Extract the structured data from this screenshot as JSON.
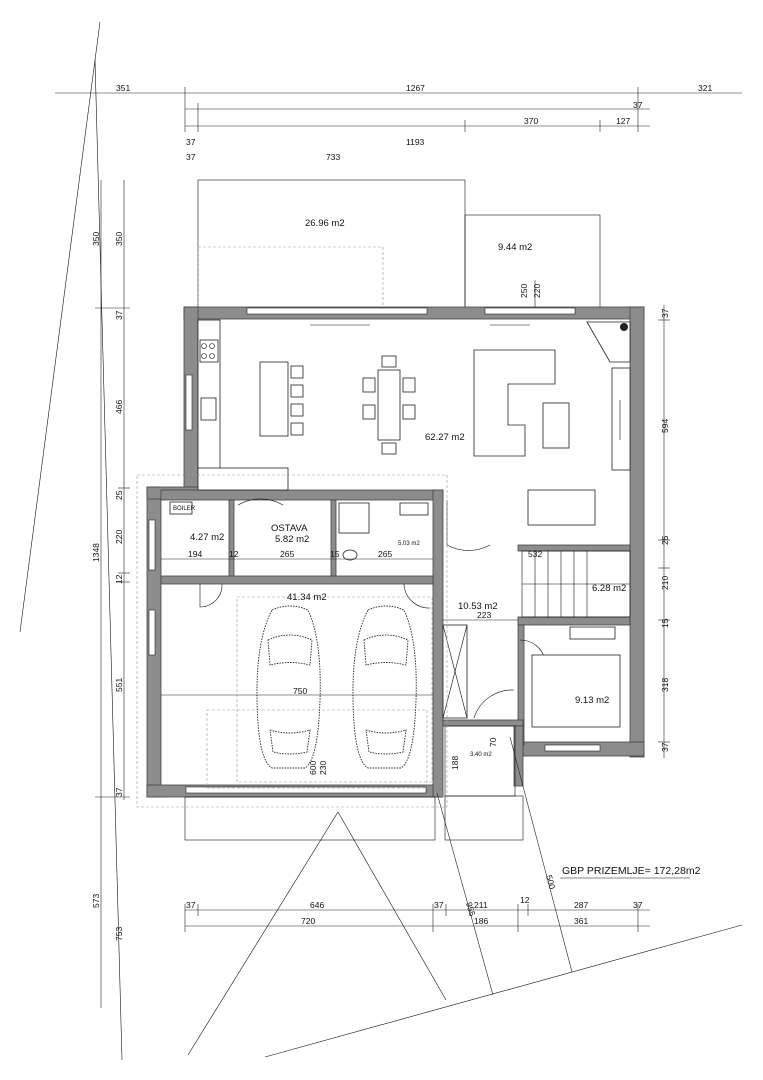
{
  "plan": {
    "rooms": {
      "terrace_main": "26.96 m2",
      "terrace_small": "9.44 m2",
      "living": "62.27 m2",
      "boiler_room": "4.27 m2",
      "storage_label": "OSTAVA",
      "storage_area": "5.82 m2",
      "bathroom": "5.03 m2",
      "garage": "41.34 m2",
      "hall": "10.53 m2",
      "stair": "6.28 m2",
      "bedroom": "9.13 m2",
      "entrance": "3.40 m2",
      "boiler_tag": "BOILER"
    },
    "dims": {
      "top_left": "351",
      "top_total": "1267",
      "top_right": "321",
      "row2_right": "37",
      "row3_left": "37",
      "row3_mid": "1193",
      "row3_a": "370",
      "row3_b": "127",
      "row4_left": "37",
      "row4_mid": "733",
      "left_350a": "350",
      "left_350b": "350",
      "left_37a": "37",
      "left_466": "466",
      "left_25": "25",
      "left_220": "220",
      "left_1348": "1348",
      "left_12": "12",
      "left_551": "551",
      "left_37b": "37",
      "left_573": "573",
      "left_753": "753",
      "terrace_250": "250",
      "terrace_220": "220",
      "right_37a": "37",
      "right_594": "594",
      "right_25": "25",
      "right_210": "210",
      "right_15": "15",
      "right_318": "318",
      "right_37b": "37",
      "inner_194": "194",
      "inner_12": "12",
      "inner_265a": "265",
      "inner_15": "15",
      "inner_265b": "265",
      "inner_532": "532",
      "inner_223": "223",
      "inner_750": "750",
      "inner_600": "600",
      "inner_230": "230",
      "inner_188": "188",
      "inner_70": "70",
      "bot_37a": "37",
      "bot_646": "646",
      "bot_37b": "37",
      "bot_211": "211",
      "bot_12": "12",
      "bot_287": "287",
      "bot_37c": "37",
      "bot_720": "720",
      "bot_186": "186",
      "bot_361": "361",
      "diag_955": "955",
      "diag_500": "500"
    },
    "gbp": "GBP PRIZEMLJE= 172,28m2"
  }
}
